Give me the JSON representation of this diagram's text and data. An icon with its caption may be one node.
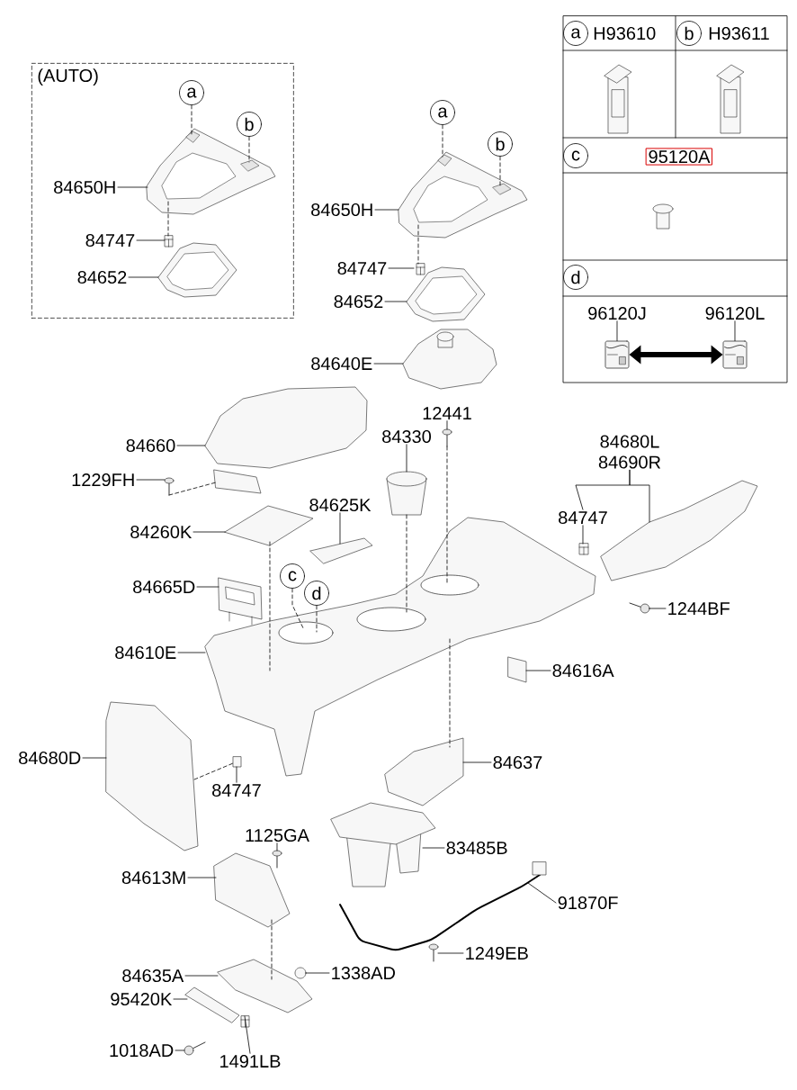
{
  "diagram": {
    "nodes": [
      {
        "text": [
          "(AUTO)"
        ]
      },
      {
        "text": [
          "a"
        ],
        "in": 0
      },
      {
        "text": [
          "b"
        ],
        "in": 0
      },
      {
        "text": [
          "84650H"
        ],
        "in": 0
      },
      {
        "text": [
          "84747"
        ],
        "in": 0
      },
      {
        "text": [
          "84652"
        ],
        "in": 0
      },
      {
        "text": [
          "a"
        ]
      },
      {
        "text": [
          "b"
        ]
      },
      {
        "text": [
          "84650H"
        ]
      },
      {
        "text": [
          "84747"
        ]
      },
      {
        "text": [
          "84652"
        ]
      },
      {
        "text": [
          "84640E"
        ]
      },
      {
        "text": [
          "a"
        ]
      },
      {
        "text": [
          "b"
        ]
      },
      {
        "text": [
          "c"
        ]
      },
      {
        "text": [
          "95120A"
        ]
      },
      {
        "text": [
          "d"
        ]
      },
      {
        "text": [
          "96120J"
        ]
      },
      {
        "text": [
          "96120L"
        ]
      },
      {
        "text": [],
        "shape": "picture"
      },
      {
        "text": [],
        "shape": "picture"
      },
      {
        "text": [
          "84660"
        ]
      },
      {
        "text": [
          "1229FH"
        ]
      },
      {
        "text": [
          "12441"
        ]
      },
      {
        "text": [
          "84330"
        ]
      },
      {
        "text": [
          "84680L",
          "84690R"
        ]
      },
      {
        "text": [
          "84260K"
        ]
      },
      {
        "text": [
          "84625K"
        ]
      },
      {
        "text": [
          "84747"
        ]
      },
      {
        "text": [
          "84665D"
        ]
      },
      {
        "text": [
          "c"
        ]
      },
      {
        "text": [
          "d"
        ]
      },
      {
        "text": [
          "1244BF"
        ]
      },
      {
        "text": [
          "84610E"
        ]
      },
      {
        "text": [
          "84616A"
        ]
      },
      {
        "text": [
          "84680D"
        ]
      },
      {
        "text": [
          "84747"
        ]
      },
      {
        "text": [
          "84637"
        ]
      },
      {
        "text": [
          "1125GA"
        ]
      },
      {
        "text": [
          "83485B"
        ]
      },
      {
        "text": [
          "84613M"
        ]
      },
      {
        "text": [
          "91870F"
        ]
      },
      {
        "text": [
          "1249EB"
        ]
      },
      {
        "text": [
          "84635A"
        ]
      },
      {
        "text": [
          "1338AD"
        ]
      },
      {
        "text": [
          "95420K"
        ]
      },
      {
        "text": [
          "1018AD"
        ]
      },
      {
        "text": [
          "1491LB"
        ]
      },
      {
        "text": [],
        "shape": "picture",
        "in": 0
      },
      {
        "text": [],
        "shape": "picture",
        "in": 0
      },
      {
        "text": [],
        "shape": "picture",
        "in": 0
      },
      {
        "text": [],
        "shape": "picture"
      },
      {
        "text": [],
        "shape": "picture"
      },
      {
        "text": [],
        "shape": "picture"
      },
      {
        "text": [],
        "shape": "picture"
      },
      {
        "text": [],
        "shape": "picture"
      },
      {
        "text": [],
        "shape": "picture"
      },
      {
        "text": [],
        "shape": "picture"
      },
      {
        "text": [],
        "shape": "picture"
      },
      {
        "text": [],
        "shape": "picture"
      },
      {
        "text": [],
        "shape": "picture"
      },
      {
        "text": [],
        "shape": "picture"
      },
      {
        "text": [],
        "shape": "picture"
      },
      {
        "text": [],
        "shape": "picture"
      },
      {
        "text": [],
        "shape": "picture"
      },
      {
        "text": [],
        "shape": "picture"
      },
      {
        "text": [],
        "shape": "picture"
      },
      {
        "text": [],
        "shape": "picture"
      },
      {
        "text": [],
        "shape": "picture"
      },
      {
        "text": [],
        "shape": "picture"
      },
      {
        "text": [],
        "shape": "picture"
      },
      {
        "text": [],
        "shape": "picture"
      },
      {
        "text": [],
        "shape": "picture"
      },
      {
        "text": [],
        "shape": "picture"
      },
      {
        "text": [],
        "shape": "picture"
      },
      {
        "text": [],
        "shape": "picture"
      },
      {
        "text": [],
        "shape": "picture"
      },
      {
        "text": [],
        "shape": "picture"
      },
      {
        "text": [],
        "shape": "picture"
      },
      {
        "text": [],
        "shape": "picture"
      },
      {
        "text": [],
        "shape": "picture"
      }
    ],
    "edges": [
      {
        "from": 1,
        "to": 48,
        "arrow": "none",
        "style": "dashed"
      },
      {
        "from": 2,
        "to": 48,
        "arrow": "none",
        "style": "dashed"
      },
      {
        "from": 3,
        "to": 48,
        "arrow": "none"
      },
      {
        "from": 4,
        "to": 49,
        "arrow": "none"
      },
      {
        "from": 5,
        "to": 50,
        "arrow": "none"
      },
      {
        "from": 6,
        "to": 51,
        "arrow": "none",
        "style": "dashed"
      },
      {
        "from": 7,
        "to": 51,
        "arrow": "none",
        "style": "dashed"
      },
      {
        "from": 8,
        "to": 51,
        "arrow": "none"
      },
      {
        "from": 9,
        "to": 52,
        "arrow": "none"
      },
      {
        "from": 10,
        "to": 53,
        "arrow": "none"
      },
      {
        "from": 11,
        "to": 54,
        "arrow": "none"
      },
      {
        "from": 17,
        "to": 19,
        "arrow": "none"
      },
      {
        "from": 18,
        "to": 20,
        "arrow": "none"
      },
      {
        "from": 19,
        "to": 20,
        "arrow": "both",
        "style": "thick"
      },
      {
        "from": 21,
        "to": 55,
        "arrow": "none"
      },
      {
        "from": 22,
        "to": 57,
        "arrow": "none"
      },
      {
        "from": 23,
        "to": 58,
        "arrow": "none"
      },
      {
        "from": 24,
        "to": 59,
        "arrow": "none"
      },
      {
        "from": 25,
        "to": 28,
        "arrow": "none"
      },
      {
        "from": 25,
        "to": 62,
        "arrow": "none"
      },
      {
        "from": 26,
        "to": 60,
        "arrow": "none"
      },
      {
        "from": 27,
        "to": 61,
        "arrow": "none"
      },
      {
        "from": 28,
        "to": 63,
        "arrow": "none"
      },
      {
        "from": 29,
        "to": 64,
        "arrow": "none"
      },
      {
        "from": 30,
        "to": 65,
        "arrow": "none",
        "style": "dashed"
      },
      {
        "from": 31,
        "to": 65,
        "arrow": "none",
        "style": "dashed"
      },
      {
        "from": 32,
        "to": 66,
        "arrow": "none"
      },
      {
        "from": 33,
        "to": 65,
        "arrow": "none"
      },
      {
        "from": 34,
        "to": 67,
        "arrow": "none"
      },
      {
        "from": 35,
        "to": 68,
        "arrow": "none"
      },
      {
        "from": 36,
        "to": 69,
        "arrow": "none"
      },
      {
        "from": 37,
        "to": 70,
        "arrow": "none"
      },
      {
        "from": 38,
        "to": 71,
        "arrow": "none"
      },
      {
        "from": 39,
        "to": 72,
        "arrow": "none"
      },
      {
        "from": 40,
        "to": 74,
        "arrow": "none"
      },
      {
        "from": 41,
        "to": 73,
        "arrow": "none"
      },
      {
        "from": 42,
        "to": 75,
        "arrow": "none"
      },
      {
        "from": 43,
        "to": 76,
        "arrow": "none"
      },
      {
        "from": 44,
        "to": 77,
        "arrow": "none"
      },
      {
        "from": 45,
        "to": 78,
        "arrow": "none"
      },
      {
        "from": 46,
        "to": 79,
        "arrow": "none"
      },
      {
        "from": 47,
        "to": 80,
        "arrow": "none"
      },
      {
        "from": 48,
        "to": 49,
        "arrow": "none",
        "style": "dashed"
      },
      {
        "from": 51,
        "to": 52,
        "arrow": "none",
        "style": "dashed"
      },
      {
        "from": 57,
        "to": 56,
        "arrow": "none",
        "style": "dashed"
      },
      {
        "from": 60,
        "to": 65,
        "arrow": "none",
        "style": "dashed"
      },
      {
        "from": 58,
        "to": 65,
        "arrow": "none",
        "style": "dashed"
      },
      {
        "from": 59,
        "to": 65,
        "arrow": "none",
        "style": "dashed"
      },
      {
        "from": 65,
        "to": 70,
        "arrow": "none",
        "style": "dashed"
      },
      {
        "from": 68,
        "to": 69,
        "arrow": "none",
        "style": "dashed"
      },
      {
        "from": 74,
        "to": 76,
        "arrow": "none",
        "style": "dashed"
      }
    ],
    "labels": [
      "H93610",
      "H93611"
    ]
  }
}
